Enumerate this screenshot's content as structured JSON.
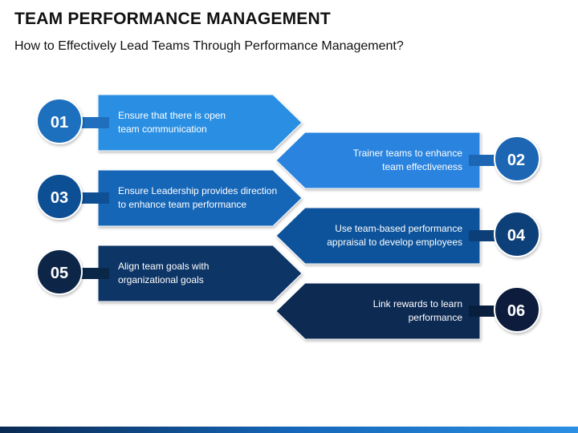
{
  "title": "TEAM PERFORMANCE MANAGEMENT",
  "subtitle": "How to Effectively Lead Teams Through Performance Management?",
  "steps": [
    {
      "number": "01",
      "line1": "Ensure that there is open",
      "line2": "team communication",
      "color": "#2B8FE3",
      "circle": "#1F6FBE"
    },
    {
      "number": "02",
      "line1": "Trainer teams to enhance",
      "line2": "team effectiveness",
      "color": "#2B84DF",
      "circle": "#1C66B4"
    },
    {
      "number": "03",
      "line1": "Ensure Leadership provides direction",
      "line2": "to enhance team performance",
      "color": "#1566B8",
      "circle": "#0F4F94"
    },
    {
      "number": "04",
      "line1": "Use team-based performance",
      "line2": "appraisal to develop employees",
      "color": "#11539B",
      "circle": "#0C3F78"
    },
    {
      "number": "05",
      "line1": "Align team goals with",
      "line2": "organizational goals",
      "color": "#0C3666",
      "circle": "#0A2747"
    },
    {
      "number": "06",
      "line1": "Link rewards to learn",
      "line2": "performance",
      "color": "#0A2A53",
      "circle": "#081E3D"
    }
  ]
}
